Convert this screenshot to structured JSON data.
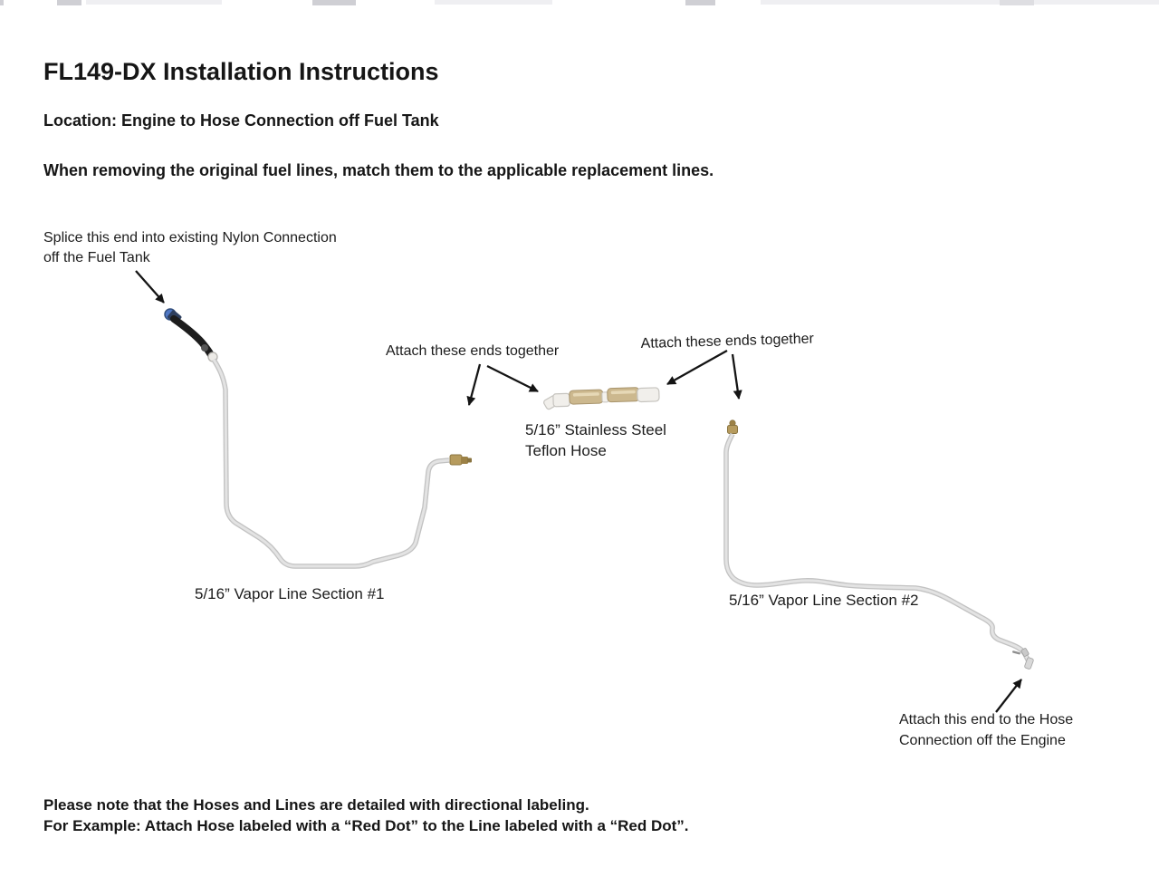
{
  "document": {
    "title": "FL149-DX Installation Instructions",
    "location": "Location: Engine to Hose Connection off Fuel Tank",
    "instruction": "When removing the original fuel lines, match them to the applicable replacement lines.",
    "footnote_line1": "Please note that the Hoses and Lines are detailed with directional labeling.",
    "footnote_line2": "For Example: Attach Hose labeled with a “Red Dot” to the Line labeled with a “Red Dot”."
  },
  "diagram": {
    "splice_label_line1": "Splice this end into existing Nylon Connection",
    "splice_label_line2": "off the Fuel Tank",
    "attach_left_label": "Attach these ends together",
    "attach_right_label": "Attach these ends together",
    "teflon_hose_label_line1": "5/16” Stainless Steel",
    "teflon_hose_label_line2": "Teflon Hose",
    "vapor_line1_label": "5/16” Vapor Line Section #1",
    "vapor_line2_label": "5/16” Vapor Line Section #2",
    "engine_label_line1": "Attach this end to the Hose",
    "engine_label_line2": "Connection off the Engine",
    "colors": {
      "tube_fill": "#dedede",
      "tube_edge": "#c2c2c2",
      "hose_black": "#1d1d1d",
      "fitting_blue": "#4f77c4",
      "fitting_brass": "#b69b5e",
      "fitting_brass_dark": "#8a7440",
      "braid_tan": "#ccb88e",
      "fitting_white": "#f1efeb",
      "arrow": "#141414"
    }
  }
}
